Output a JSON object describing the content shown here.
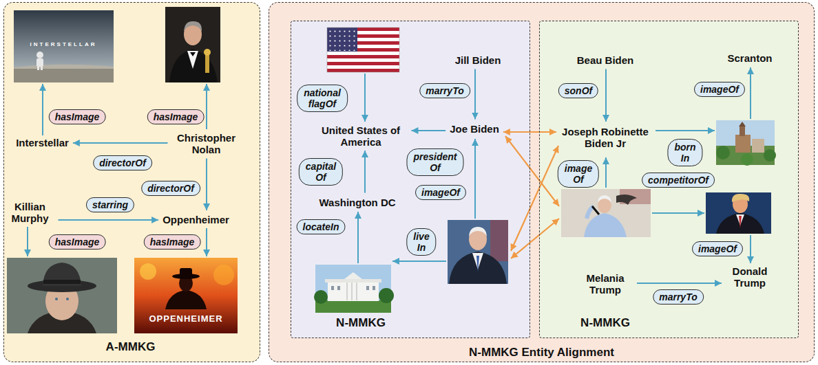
{
  "diagram": {
    "nodes": [
      {
        "text": [
          "A-MMKG"
        ]
      },
      {
        "text": [
          "Interstellar"
        ],
        "in": 0
      },
      {
        "text": [
          "Christopher Nolan"
        ],
        "in": 0
      },
      {
        "text": [
          "Killian Murphy"
        ],
        "in": 0
      },
      {
        "text": [
          "Oppenheimer"
        ],
        "in": 0
      },
      {
        "text": [
          "N-MMKG Entity Alignment"
        ]
      },
      {
        "text": [
          "N-MMKG"
        ],
        "in": 5
      },
      {
        "text": [
          "Jill Biden"
        ],
        "in": 6
      },
      {
        "text": [
          "United States of America"
        ],
        "in": 6
      },
      {
        "text": [
          "Joe Biden"
        ],
        "in": 6
      },
      {
        "text": [
          "Washington DC"
        ],
        "in": 6
      },
      {
        "text": [
          "N-MMKG"
        ],
        "in": 5
      },
      {
        "text": [
          "Beau Biden"
        ],
        "in": 11
      },
      {
        "text": [
          "Scranton"
        ],
        "in": 11
      },
      {
        "text": [
          "Joseph Robinette Biden Jr"
        ],
        "in": 11
      },
      {
        "text": [
          "Donald Trump"
        ],
        "in": 11
      },
      {
        "text": [
          "Melania Trump"
        ],
        "in": 11
      }
    ],
    "edges": [
      {
        "from": 2,
        "to": 1,
        "label": "directorOf",
        "arrow": "to"
      },
      {
        "from": 2,
        "to": 4,
        "label": "directorOf",
        "arrow": "to"
      },
      {
        "from": 3,
        "to": 4,
        "label": "starring",
        "arrow": "to"
      },
      {
        "from": 7,
        "to": 9,
        "label": "marryTo",
        "arrow": "to"
      },
      {
        "from": 9,
        "to": 8,
        "label": "president Of",
        "arrow": "to"
      },
      {
        "from": 10,
        "to": 8,
        "label": "capital Of",
        "arrow": "to"
      },
      {
        "from": 12,
        "to": 14,
        "label": "sonOf",
        "arrow": "to"
      },
      {
        "from": 16,
        "to": 15,
        "label": "marryTo",
        "arrow": "to"
      },
      {
        "from": 9,
        "to": 14,
        "arrow": "both"
      }
    ],
    "labels": [
      "INTERSTELLAR",
      "hasImage",
      "hasImage",
      "hasImage",
      "hasImage",
      "OPPENHEIMER",
      "national flagOf",
      "imageOf",
      "locateIn",
      "live In",
      "imageOf",
      "born In",
      "image Of",
      "competitorOf",
      "imageOf"
    ]
  }
}
